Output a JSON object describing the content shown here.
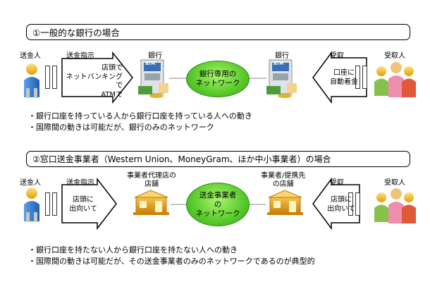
{
  "section1": {
    "title": "①一般的な銀行の場合",
    "labels": {
      "sender": "送金人",
      "send_instruction": "送金指示",
      "bank_left": "銀行",
      "bank_right": "銀行",
      "receive": "受取",
      "receiver": "受取人"
    },
    "arrow_left_text": [
      "店頭で",
      "ネットバンキングで",
      "ATMで"
    ],
    "network_text": [
      "銀行専用の",
      "ネットワーク"
    ],
    "arrow_right_text": [
      "口座に",
      "自動着金"
    ],
    "atm_label": "ATM",
    "notes": [
      "・銀行口座を持っている人から銀行口座を持っている人への動き",
      "・国際間の動きは可能だが、銀行のみのネットワーク"
    ]
  },
  "section2": {
    "title": "②窓口送金事業者（Western Union、MoneyGram、ほか中小事業者）の場合",
    "labels": {
      "sender": "送金人",
      "send_instruction": "送金指示",
      "agent_store": [
        "事業者代理店の",
        "店舗"
      ],
      "partner_store": [
        "事業者/提携先",
        "の店舗"
      ],
      "receive": "受取",
      "receiver": "受取人"
    },
    "arrow_left_text": [
      "店頭に",
      "出向いて"
    ],
    "network_text": [
      "送金事業者",
      "の",
      "ネットワーク"
    ],
    "arrow_right_text": [
      "店頭に",
      "出向いて"
    ],
    "notes": [
      "・銀行口座を持たない人から銀行口座を持たない人への動き",
      "・国際間の動きは可能だが、その送金事業者のみのネットワークであるのが典型的"
    ]
  },
  "colors": {
    "network_green": "#58c92a",
    "person_yellow": "#f5c21a",
    "person_blue": "#3a7fd0",
    "store_orange": "#e8a317"
  }
}
